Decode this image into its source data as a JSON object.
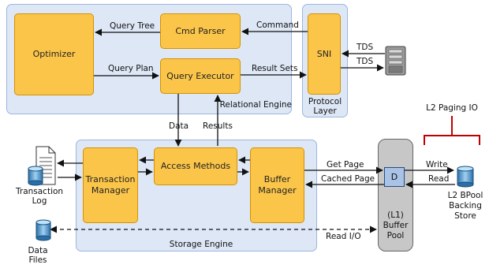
{
  "relational_engine": {
    "label": "Relational Engine",
    "optimizer": "Optimizer",
    "cmd_parser": "Cmd Parser",
    "query_executor": "Query Executor"
  },
  "protocol_layer": {
    "label_line1": "Protocol",
    "label_line2": "Layer",
    "sni": "SNI"
  },
  "storage_engine": {
    "label": "Storage Engine",
    "transaction_manager_line1": "Transaction",
    "transaction_manager_line2": "Manager",
    "access_methods": "Access Methods",
    "buffer_manager_line1": "Buffer",
    "buffer_manager_line2": "Manager"
  },
  "buffer_pool": {
    "line1": "(L1)",
    "line2": "Buffer",
    "line3": "Pool",
    "page_box": "D"
  },
  "arrows": {
    "query_tree": "Query Tree",
    "query_plan": "Query Plan",
    "command": "Command",
    "result_sets": "Result Sets",
    "tds_in": "TDS",
    "tds_out": "TDS",
    "data": "Data",
    "results": "Results",
    "get_page": "Get Page",
    "cached_page": "Cached Page",
    "read_io": "Read I/O",
    "write": "Write",
    "read": "Read"
  },
  "external": {
    "transaction_log_line1": "Transaction",
    "transaction_log_line2": "Log",
    "data_files_line1": "Data",
    "data_files_line2": "Files",
    "l2_paging": "L2 Paging IO",
    "l2_store_line1": "L2 BPool",
    "l2_store_line2": "Backing",
    "l2_store_line3": "Store"
  },
  "colors": {
    "component_fill": "#fbc54a",
    "panel_fill": "#dde7f6",
    "pool_fill": "#c7c7c7",
    "bracket": "#c00000"
  }
}
